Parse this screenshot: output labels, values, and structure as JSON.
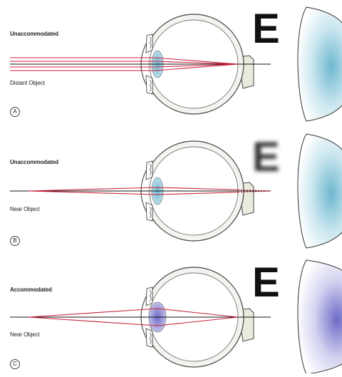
{
  "panels": [
    {
      "state_label": "Unaccommodated",
      "object_label": "Distant Object",
      "badge": "A",
      "letter": "E",
      "letter_blurred": false,
      "lens_accommodated": false,
      "object_distance": "far",
      "lens_color": "#6fb7cf",
      "lens_edge_color": "#c9e6ef"
    },
    {
      "state_label": "Unaccommodated",
      "object_label": "Near Object",
      "badge": "B",
      "letter": "E",
      "letter_blurred": true,
      "lens_accommodated": false,
      "object_distance": "near",
      "lens_color": "#6fb7cf",
      "lens_edge_color": "#c9e6ef"
    },
    {
      "state_label": "Accommodated",
      "object_label": "Near Object",
      "badge": "C",
      "letter": "E",
      "letter_blurred": false,
      "lens_accommodated": true,
      "object_distance": "near",
      "lens_color": "#6d6bc6",
      "lens_edge_color": "#d3d2f0"
    }
  ],
  "colors": {
    "ray": "#c8223c",
    "axis": "#111111",
    "eye_outline": "#444444",
    "sclera_fill": "#f2f4ef",
    "nerve_fill": "#e9ebdf"
  }
}
